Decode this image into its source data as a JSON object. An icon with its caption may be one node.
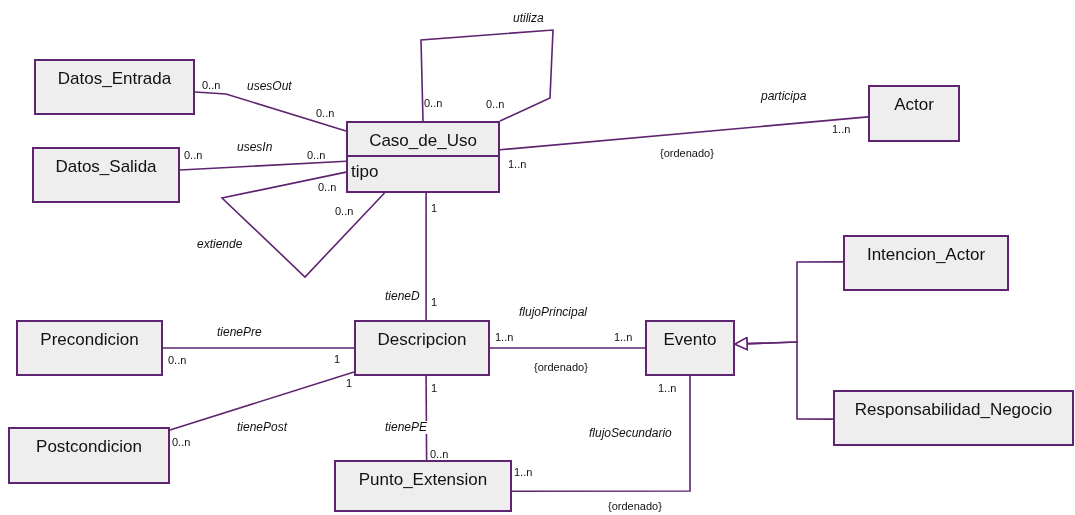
{
  "diagram": {
    "nodes": [
      {
        "text": [
          "Datos_Entrada"
        ]
      },
      {
        "text": [
          "Datos_Salida"
        ]
      },
      {
        "text": [
          "Caso_de_Uso",
          "tipo"
        ]
      },
      {
        "text": [
          "Actor"
        ]
      },
      {
        "text": [
          "Intencion_Actor"
        ]
      },
      {
        "text": [
          "Precondicion"
        ]
      },
      {
        "text": [
          "Descripcion"
        ]
      },
      {
        "text": [
          "Evento"
        ]
      },
      {
        "text": [
          "Responsabilidad_Negocio"
        ]
      },
      {
        "text": [
          "Postcondicion"
        ]
      },
      {
        "text": [
          "Punto_Extension"
        ]
      }
    ],
    "edges": [
      {
        "from": 2,
        "to": 2,
        "arrow": "none",
        "label": "utiliza"
      },
      {
        "from": 0,
        "to": 2,
        "arrow": "none",
        "label": "usesOut"
      },
      {
        "from": 2,
        "to": 3,
        "arrow": "none",
        "label": "participa"
      },
      {
        "from": 1,
        "to": 2,
        "arrow": "none",
        "label": "usesIn"
      },
      {
        "from": 2,
        "to": 2,
        "arrow": "none",
        "label": "extiende"
      },
      {
        "from": 2,
        "to": 6,
        "arrow": "none",
        "label": "tieneD"
      },
      {
        "from": 5,
        "to": 6,
        "arrow": "none",
        "label": "tienePre"
      },
      {
        "from": 6,
        "to": 7,
        "arrow": "none",
        "label": "flujoPrincipal"
      },
      {
        "from": 4,
        "to": 7,
        "arrow": "to"
      },
      {
        "from": 8,
        "to": 7,
        "arrow": "to"
      },
      {
        "from": 9,
        "to": 6,
        "arrow": "none",
        "label": "tienePost"
      },
      {
        "from": 6,
        "to": 10,
        "arrow": "none",
        "label": "tienePE"
      },
      {
        "from": 10,
        "to": 7,
        "arrow": "none",
        "label": "flujoSecundario"
      }
    ],
    "labels": [
      "0..n",
      "0..n",
      "0..n",
      "0..n",
      "1..n",
      "0..n",
      "0..n",
      "1..n",
      "{ordenado}",
      "0..n",
      "0..n",
      "1",
      "1",
      "1..n",
      "1..n",
      "0..n",
      "1",
      "{ordenado}",
      "1",
      "1",
      "1..n",
      "0..n",
      "0..n",
      "1..n",
      "{ordenado}"
    ]
  }
}
